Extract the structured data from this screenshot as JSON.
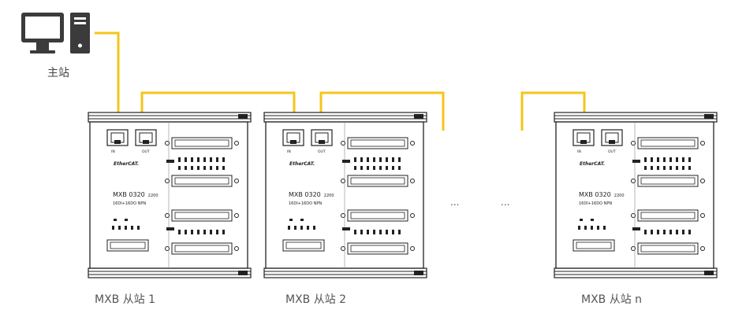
{
  "master": {
    "label": "主站"
  },
  "slaves": [
    {
      "label": "MXB 从站 1",
      "model": "MXB 0320",
      "suffix": "2200",
      "desc": "16DI+16DO NPN"
    },
    {
      "label": "MXB 从站 2",
      "model": "MXB 0320",
      "suffix": "2200",
      "desc": "16DI+16DO NPN"
    },
    {
      "label": "MXB 从站 n",
      "model": "MXB 0320",
      "suffix": "2200",
      "desc": "16DI+16DO NPN"
    }
  ],
  "port_labels": {
    "in": "IN",
    "out": "OUT"
  },
  "brand": "EtherCAT.",
  "ellipsis": "...",
  "colors": {
    "cable": "#f5c518",
    "device": "#222222"
  }
}
